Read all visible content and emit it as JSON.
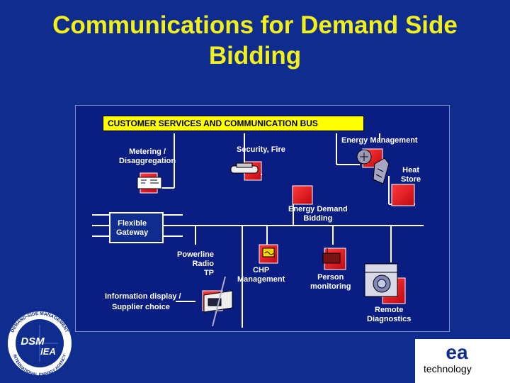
{
  "slide": {
    "title_line1": "Communications for Demand Side",
    "title_line2": "Bidding"
  },
  "diagram": {
    "bus_title": "CUSTOMER SERVICES AND COMMUNICATION BUS",
    "nodes": {
      "energy_management": {
        "label": "Energy Management"
      },
      "security_fire": {
        "label": "Security, Fire"
      },
      "metering": {
        "line1": "Metering /",
        "line2": "Disaggregation"
      },
      "heat_store": {
        "line1": "Heat",
        "line2": "Store"
      },
      "flexible_gateway": {
        "line1": "Flexible",
        "line2": "Gateway"
      },
      "energy_demand_bidding": {
        "line1": "Energy Demand",
        "line2": "Bidding"
      },
      "powerline": {
        "line1": "Powerline",
        "line2": "Radio",
        "line3": "TP"
      },
      "chp": {
        "line1": "CHP",
        "line2": "Management"
      },
      "person_monitoring": {
        "line1": "Person",
        "line2": "monitoring"
      },
      "information_display": {
        "line1": "Information display /",
        "line2": "Supplier choice"
      },
      "remote_diagnostics": {
        "line1": "Remote",
        "line2": "Diagnostics"
      }
    }
  },
  "logos": {
    "dsm_main": "DSM",
    "dsm_sub": "IEA",
    "dsm_ring_top": "DEMAND-SIDE MANAGEMENT",
    "dsm_ring_bottom": "INTERNATIONAL ENERGY AGENCY",
    "ea_mark": "ea",
    "ea_text": "technology"
  },
  "colors": {
    "background": "#0f2c8f",
    "title": "#f2f018",
    "panel": "#0a1d82",
    "bus_label_bg": "#ffff00",
    "node_red": "#e5141c"
  }
}
